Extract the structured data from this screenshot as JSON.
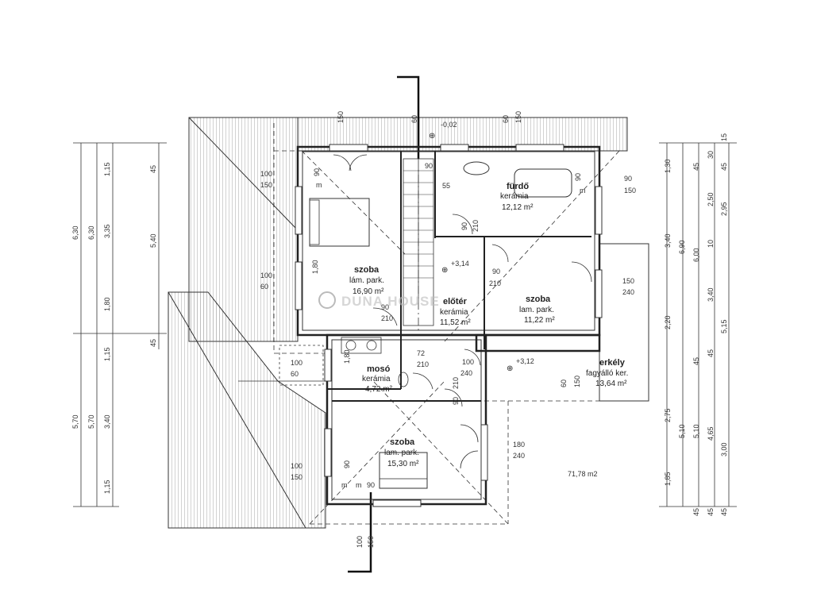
{
  "rooms": [
    {
      "name": "fürdő",
      "material": "kerámia",
      "area": "12,12 m²"
    },
    {
      "name": "szoba",
      "material": "lám. park.",
      "area": "16,90 m²"
    },
    {
      "name": "előtér",
      "material": "kerámia",
      "area": "11,52 m²"
    },
    {
      "name": "szoba",
      "material": "lam. park.",
      "area": "11,22 m²"
    },
    {
      "name": "mosó",
      "material": "kerámia",
      "area": "4,72 m²"
    },
    {
      "name": "erkély",
      "material": "fagyálló ker.",
      "area": "13,64 m²"
    },
    {
      "name": "szoba",
      "material": "lam. park.",
      "area": "15,30 m²"
    }
  ],
  "total_area": "71,78 m2",
  "watermark": "DUNA HOUSE",
  "levels": {
    "top": "-0,02",
    "hall": "+3,14",
    "corridor": "+3,12"
  },
  "left_dims": {
    "col1": [
      "6,30",
      "5,70"
    ],
    "col2": [
      "6,30",
      "5,70"
    ],
    "col3": [
      "1,15",
      "3,35",
      "1,80",
      "1,15",
      "3,40",
      "1,15"
    ],
    "col4": [
      "45",
      "5,40",
      "45"
    ]
  },
  "right_dims": {
    "col1": [
      "1,30",
      "3,40",
      "2,20",
      "2,75",
      "1,85"
    ],
    "col2": [
      "6,90",
      "5,10"
    ],
    "col3": [
      "45",
      "6,00",
      "45",
      "5,10",
      "45"
    ],
    "col4": [
      "30",
      "2,50",
      "10",
      "3,40",
      "45",
      "4,65",
      "45"
    ],
    "col5": [
      "15",
      "45",
      "2,95",
      "5,15",
      "3,00",
      "45"
    ]
  },
  "openings": {
    "top": [
      "150",
      "60",
      "60",
      "150"
    ],
    "left": [
      "100",
      "150",
      "100",
      "60",
      "100",
      "60",
      "100",
      "150"
    ],
    "right": [
      "90",
      "150",
      "150",
      "240",
      "180",
      "240"
    ],
    "bottom": [
      "100",
      "150"
    ],
    "inner": [
      "90",
      "90",
      "m",
      "55",
      "90",
      "210",
      "90",
      "m",
      "1,80",
      "90",
      "210",
      "90",
      "210",
      "72",
      "210",
      "100",
      "240",
      "90",
      "210",
      "60",
      "150",
      "1,80",
      "90",
      "m",
      "m",
      "90"
    ]
  }
}
